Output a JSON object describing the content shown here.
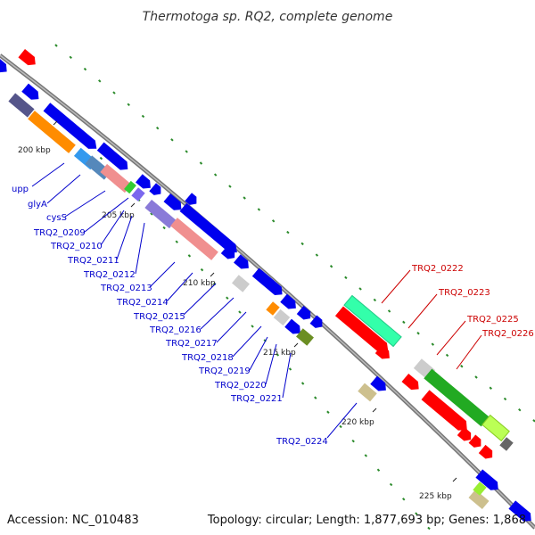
{
  "title": "Thermotoga sp. RQ2, complete genome",
  "footer": {
    "accession": "Accession: NC_010483",
    "topology": "Topology: circular; Length: 1,877,693 bp; Genes: 1,868"
  },
  "ticks": {
    "t200": "200 kbp",
    "t205": "205 kbp",
    "t210": "210 kbp",
    "t215": "215 kbp",
    "t220": "220 kbp",
    "t225": "225 kbp"
  },
  "colors": {
    "forward_label": "#0000cc",
    "reverse_label": "#cc0000",
    "cds_forward": "#0000ee",
    "cds_reverse": "#ff0000",
    "backbone": "#888888",
    "gc_dots": "#2a8a2a"
  },
  "forward_labels": {
    "upp": "upp",
    "glyA": "glyA",
    "cysS": "cysS",
    "l0209": "TRQ2_0209",
    "l0210": "TRQ2_0210",
    "l0211": "TRQ2_0211",
    "l0212": "TRQ2_0212",
    "l0213": "TRQ2_0213",
    "l0214": "TRQ2_0214",
    "l0215": "TRQ2_0215",
    "l0216": "TRQ2_0216",
    "l0217": "TRQ2_0217",
    "l0218": "TRQ2_0218",
    "l0219": "TRQ2_0219",
    "l0220": "TRQ2_0220",
    "l0221": "TRQ2_0221",
    "l0224": "TRQ2_0224"
  },
  "reverse_labels": {
    "l0222": "TRQ2_0222",
    "l0223": "TRQ2_0223",
    "l0225": "TRQ2_0225",
    "l0226": "TRQ2_0226"
  }
}
